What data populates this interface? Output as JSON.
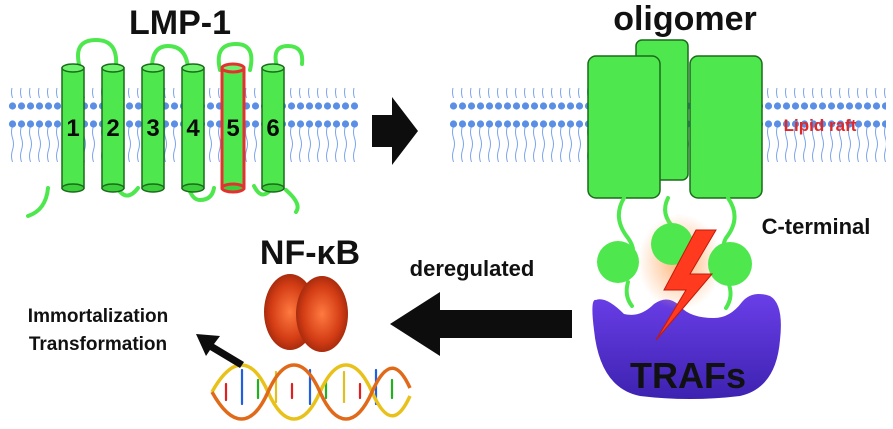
{
  "figure": {
    "lmp1_title": "LMP-1",
    "helix_labels": [
      "1",
      "2",
      "3",
      "4",
      "5",
      "6"
    ],
    "highlighted_helix": "5",
    "oligomer_title": "oligomer",
    "lipid_raft_label": "Lipid raft",
    "c_terminal_label": "C-terminal",
    "trafs_label": "TRAFs",
    "nfkb_label": "NF-κB",
    "deregulated_label": "deregulated",
    "outcome_line1": "Immortalization",
    "outcome_line2": "Transformation"
  },
  "colors": {
    "helix_green": "#4ee84e",
    "helix_outline": "#1a6b1a",
    "highlight_outline": "#e53030",
    "lipid_head": "#5b8fe6",
    "lipid_tail": "#7aa4ec",
    "raft_text": "#e02828",
    "traf_purple": "#5a34d8",
    "arrow_black": "#0d0d0d",
    "nfkb_orange": "#d4441c"
  }
}
